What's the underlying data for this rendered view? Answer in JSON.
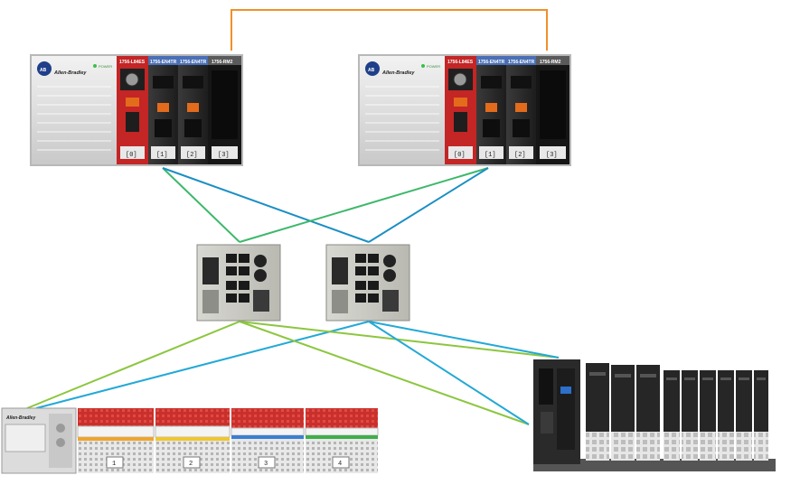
{
  "colors": {
    "redundancy_link": "#f0902a",
    "link_blue": "#1b8fc4",
    "link_green": "#3db86b",
    "link_lime": "#8cc63f",
    "link_cyan": "#23a9d6",
    "controller_red": "#d42b2b",
    "enbt_blue": "#4a6fb5"
  },
  "chassis_a": {
    "brand": "Allen-Bradley",
    "power_label": "POWER",
    "modules": [
      {
        "label": "1756-L84ES",
        "slot": "[0]"
      },
      {
        "label": "1756-EN4TR",
        "slot": "[1]"
      },
      {
        "label": "1756-EN4TR",
        "slot": "[2]"
      },
      {
        "label": "1756-RM2",
        "slot": "[3]"
      }
    ]
  },
  "chassis_b": {
    "brand": "Allen-Bradley",
    "power_label": "POWER",
    "modules": [
      {
        "label": "1756-L84ES",
        "slot": "[0]"
      },
      {
        "label": "1756-EN4TR",
        "slot": "[1]"
      },
      {
        "label": "1756-EN4TR",
        "slot": "[2]"
      },
      {
        "label": "1756-RM2",
        "slot": "[3]"
      }
    ]
  },
  "io_rack": {
    "brand": "Allen-Bradley",
    "slot_labels": [
      "1",
      "2",
      "3",
      "4"
    ]
  }
}
